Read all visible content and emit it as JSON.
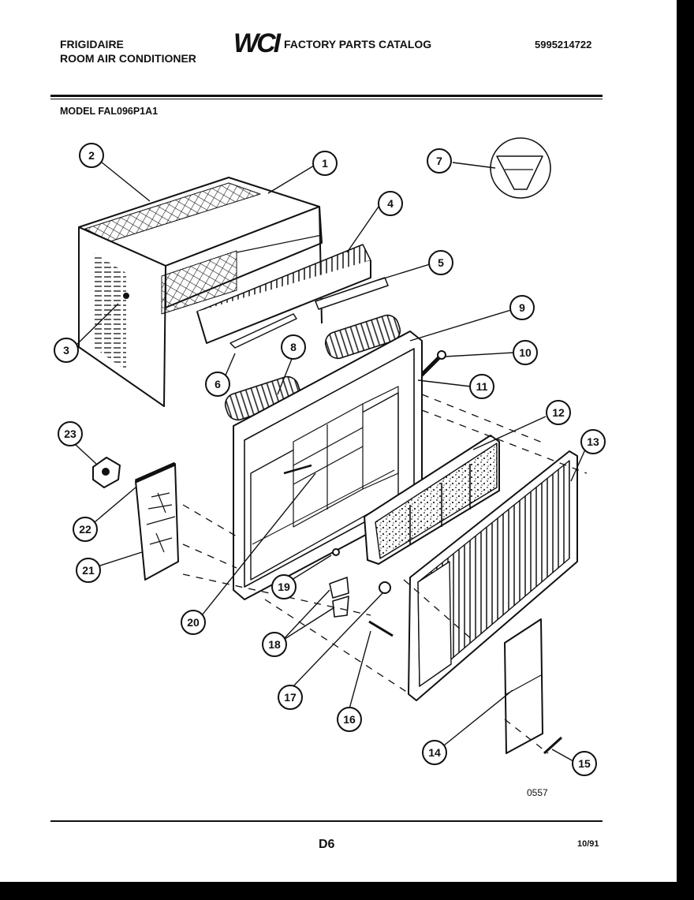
{
  "header": {
    "brand": "FRIGIDAIRE",
    "product": "ROOM AIR CONDITIONER",
    "logo": "WCI",
    "catalog_title": "FACTORY PARTS CATALOG",
    "catalog_number": "5995214722"
  },
  "model": "MODEL FAL096P1A1",
  "callouts": [
    "1",
    "2",
    "3",
    "4",
    "5",
    "6",
    "7",
    "8",
    "9",
    "10",
    "11",
    "12",
    "13",
    "14",
    "15",
    "16",
    "17",
    "18",
    "19",
    "20",
    "21",
    "22",
    "23"
  ],
  "figure_code": "0557",
  "footer": {
    "page_id": "D6",
    "date": "10/91"
  }
}
